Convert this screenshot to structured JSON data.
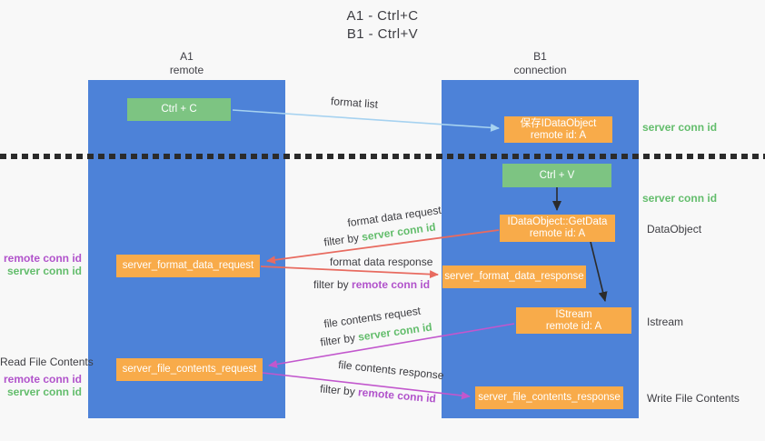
{
  "title": {
    "line1": "A1 - Ctrl+C",
    "line2": "B1 - Ctrl+V"
  },
  "lanes": {
    "a1": {
      "name": "A1",
      "role": "remote"
    },
    "b1": {
      "name": "B1",
      "role": "connection"
    }
  },
  "nodes": {
    "ctrl_c": {
      "label": "Ctrl + C"
    },
    "ctrl_v": {
      "label": "Ctrl + V"
    },
    "save_dataobject": {
      "line1": "保存IDataObject",
      "line2": "remote id: A"
    },
    "getdata": {
      "line1": "IDataObject::GetData",
      "line2": "remote id: A"
    },
    "istream": {
      "line1": "IStream",
      "line2": "remote id: A"
    },
    "format_request": {
      "label": "server_format_data_request"
    },
    "format_response": {
      "label": "server_format_data_response"
    },
    "file_request": {
      "label": "server_file_contents_request"
    },
    "file_response": {
      "label": "server_file_contents_response"
    }
  },
  "arrows": {
    "format_list": {
      "label": "format list"
    },
    "format_data_request": {
      "label": "format data request",
      "filter_prefix": "filter by",
      "filter_key": "server conn id"
    },
    "format_data_response": {
      "label": "format data response",
      "filter_prefix": "filter by",
      "filter_key": "remote conn id"
    },
    "file_contents_request": {
      "label": "file contents request",
      "filter_prefix": "filter by",
      "filter_key": "server conn id"
    },
    "file_contents_response": {
      "label": "file contents response",
      "filter_prefix": "filter by",
      "filter_key": "remote conn id"
    }
  },
  "side_labels": {
    "right_server_conn_1": "server conn id",
    "right_server_conn_2": "server conn id",
    "dataobject": "DataObject",
    "istream": "Istream",
    "write_file_contents": "Write File Contents",
    "read_file_contents": "Read File Contents",
    "left_pair_1": {
      "remote": "remote conn id",
      "server": "server conn id"
    },
    "left_pair_2": {
      "remote": "remote conn id",
      "server": "server conn id"
    }
  },
  "colors": {
    "bg": "#f8f8f8",
    "lane_blue": "#4d82d8",
    "box_green": "#7dc482",
    "box_orange": "#f8ab4a",
    "text_dark": "#3d3d42",
    "green_label": "#63bd6c",
    "purple_label": "#b153cb",
    "arrow_red": "#e86b60",
    "arrow_magenta": "#c257cd",
    "arrow_blue": "#a6d2f0",
    "arrow_black": "#2b2b2b"
  }
}
